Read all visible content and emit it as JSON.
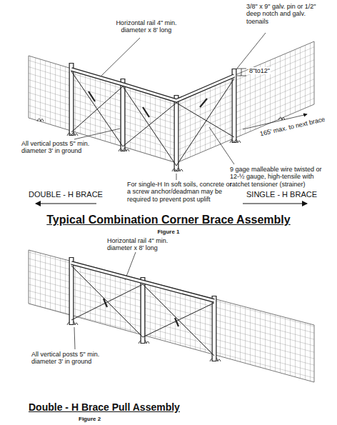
{
  "diagram": {
    "title": "Typical Combination Corner Brace Assembly",
    "labels": [
      "Horizontal rail 4\" min. diameter x 8' long",
      "3/8\" x 9\" galv. pin or 1/2\" deep notch and galv. toenails",
      "8\"to12\"",
      "165' max. to next brace",
      "All vertical posts 5\" min. diameter 3' in ground",
      "9 gage malleable wire twisted or 12-½ gauge, high-tensile with ratchet tensioner (strainer)",
      "For single-H In soft soils, concrete or a screw anchor/deadman may be required to prevent post uplift",
      "DOUBLE - H BRACE",
      "SINGLE - H BRACE",
      "Figure 1",
      "Horizontal rail 4\" min. diameter x 8' long",
      "All vertical posts 5\" min. diameter 3' in ground",
      "Double - H Brace Pull Assembly",
      "Figure 2"
    ]
  }
}
